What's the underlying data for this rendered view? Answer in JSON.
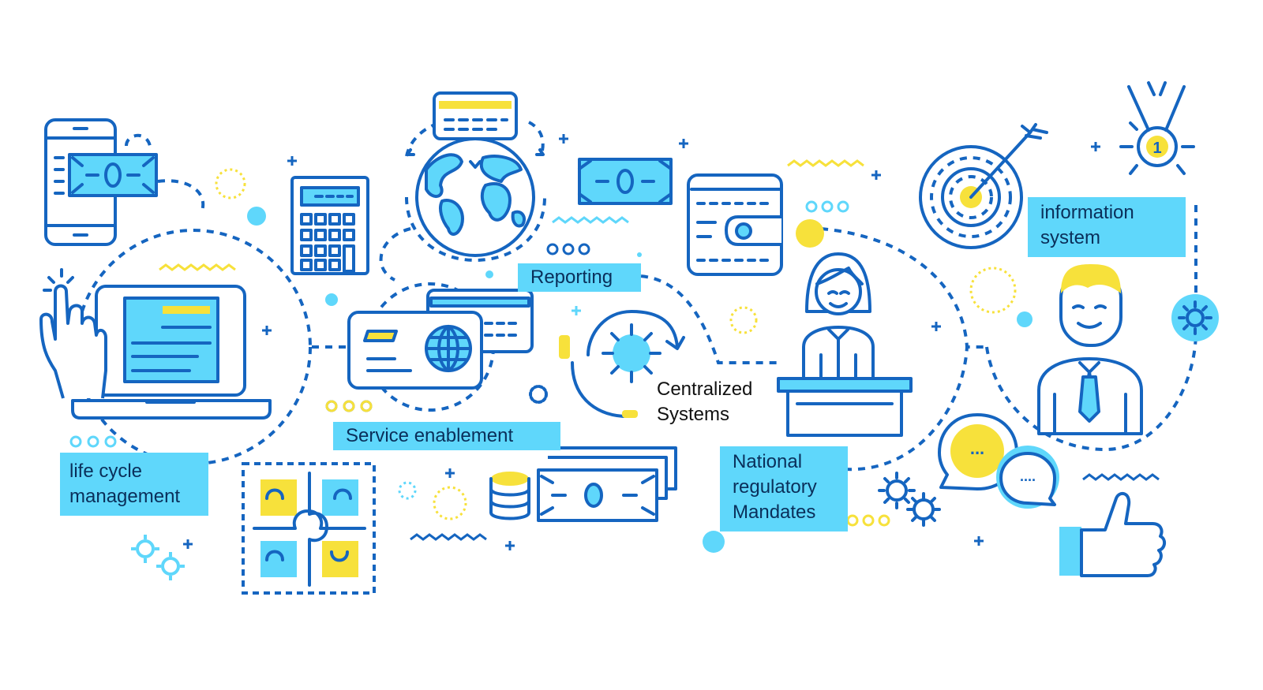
{
  "colors": {
    "line": "#1565c0",
    "cyan": "#5fd7fb",
    "yellow": "#f7e13b",
    "text": "#0a2f5a",
    "background": "#ffffff"
  },
  "labels": {
    "life_cycle": [
      "life cycle",
      "management"
    ],
    "service_enablement": "Service enablement",
    "reporting": "Reporting",
    "centralized": [
      "Centralized",
      "Systems"
    ],
    "national": [
      "National",
      "regulatory",
      "Mandates"
    ],
    "information_system": [
      "information",
      "system"
    ]
  },
  "icons": {
    "trophy_digit": "1",
    "chat_left": "...",
    "chat_right": "...."
  }
}
